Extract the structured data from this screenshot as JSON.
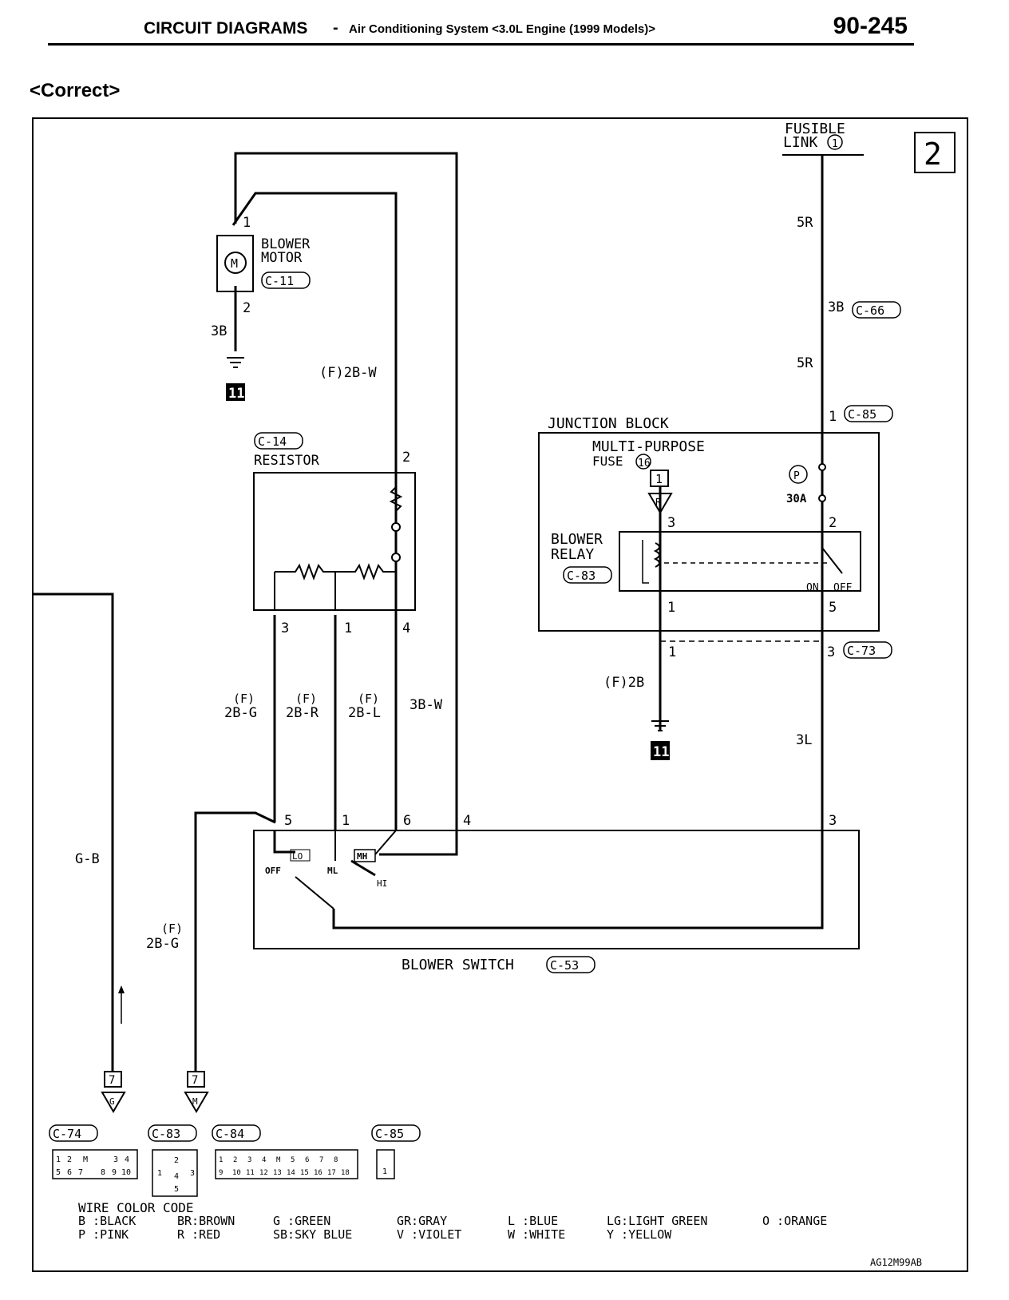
{
  "header": {
    "section": "CIRCUIT DIAGRAMS",
    "separator": "-",
    "subtitle": "Air Conditioning System <3.0L Engine (1999 Models)>",
    "page_number": "90-245"
  },
  "page_label": "<Correct>",
  "sheet_number": "2",
  "components": {
    "fusible_link": {
      "line1": "FUSIBLE",
      "line2": "LINK",
      "num": "1"
    },
    "blower_motor": {
      "line1": "BLOWER",
      "line2": "MOTOR",
      "connector": "C-11",
      "symbol": "M",
      "pin_top": "1",
      "pin_bottom": "2"
    },
    "resistor": {
      "connector": "C-14",
      "label": "RESISTOR",
      "pins": [
        "2",
        "3",
        "1",
        "4"
      ]
    },
    "junction_block": {
      "label": "JUNCTION BLOCK",
      "fuse_line1": "MULTI-PURPOSE",
      "fuse_line2": "FUSE",
      "fuse_num": "16",
      "fuse_rating": "30A",
      "fuse_mark": "P",
      "box_num": "1",
      "tri_mark": "R"
    },
    "blower_relay": {
      "line1": "BLOWER",
      "line2": "RELAY",
      "connector": "C-83",
      "on": "ON",
      "off": "OFF",
      "pins": [
        "3",
        "2",
        "1",
        "5"
      ]
    },
    "blower_switch": {
      "label": "BLOWER SWITCH",
      "connector": "C-53",
      "pins": [
        "5",
        "1",
        "6",
        "4",
        "3"
      ],
      "positions": [
        "LO",
        "ML",
        "MH",
        "HI",
        "OFF"
      ]
    }
  },
  "wires": {
    "w5r_top": "5R",
    "w3b_ct": "3B",
    "w5r_bot": "5R",
    "w3b_motor": "3B",
    "w2bw": "(F)2B-W",
    "w2b_relay": "(F)2B",
    "w3l": "3L",
    "w3bw": "3B-W",
    "w2bg": "2B-G",
    "w2br": "2B-R",
    "w2bl": "2B-L",
    "wf": "(F)",
    "wgb": "G-B",
    "w2bg_left": "2B-G"
  },
  "connector_tags": {
    "c66": "C-66",
    "c85": "C-85",
    "c73": "C-73",
    "c85_pin": "1",
    "c73_pin_left": "1",
    "c73_pin_right": "3"
  },
  "grounds": {
    "g1": "11",
    "g2": "11"
  },
  "bottom_terminals": {
    "t1": "7",
    "t1_mark": "G",
    "t2": "7",
    "t2_mark": "M"
  },
  "connector_views": [
    {
      "tag": "C-74",
      "row1": [
        "1",
        "2",
        "M",
        "3",
        "4"
      ],
      "row2": [
        "5",
        "6",
        "7",
        "8",
        "9",
        "10"
      ]
    },
    {
      "tag": "C-83",
      "pins": [
        "1",
        "2",
        "3",
        "4",
        "5"
      ]
    },
    {
      "tag": "C-84",
      "row1": [
        "1",
        "2",
        "3",
        "4",
        "M",
        "5",
        "6",
        "7",
        "8"
      ],
      "row2": [
        "9",
        "10",
        "11",
        "12",
        "13",
        "14",
        "15",
        "16",
        "17",
        "18"
      ]
    },
    {
      "tag": "C-85",
      "pins": [
        "1"
      ]
    }
  ],
  "color_code": {
    "title": "WIRE COLOR CODE",
    "entries": [
      "B :BLACK",
      "BR:BROWN",
      "G :GREEN",
      "GR:GRAY",
      "L :BLUE",
      "LG:LIGHT GREEN",
      "O :ORANGE",
      "P :PINK",
      "R :RED",
      "SB:SKY BLUE",
      "V :VIOLET",
      "W :WHITE",
      "Y :YELLOW"
    ]
  },
  "figure_id": "AG12M99AB"
}
